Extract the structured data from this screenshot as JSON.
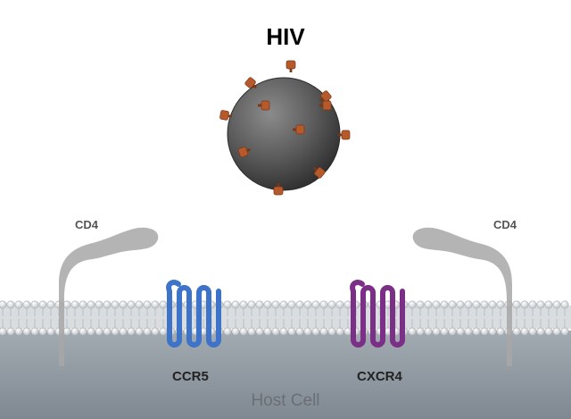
{
  "virus": {
    "label": "HIV",
    "spike_count": 11
  },
  "receptors": {
    "cd4_left": "CD4",
    "cd4_right": "CD4",
    "ccr5": "CCR5",
    "cxcr4": "CXCR4"
  },
  "cell": {
    "label": "Host Cell"
  },
  "colors": {
    "virus_body": "#555555",
    "spike": "#b65a2c",
    "ccr5": "#3d73c8",
    "cxcr4": "#7c2f86",
    "cd4": "#a7a7a7",
    "membrane": "#cdd2d5",
    "cytoplasm": "#8e979f"
  }
}
